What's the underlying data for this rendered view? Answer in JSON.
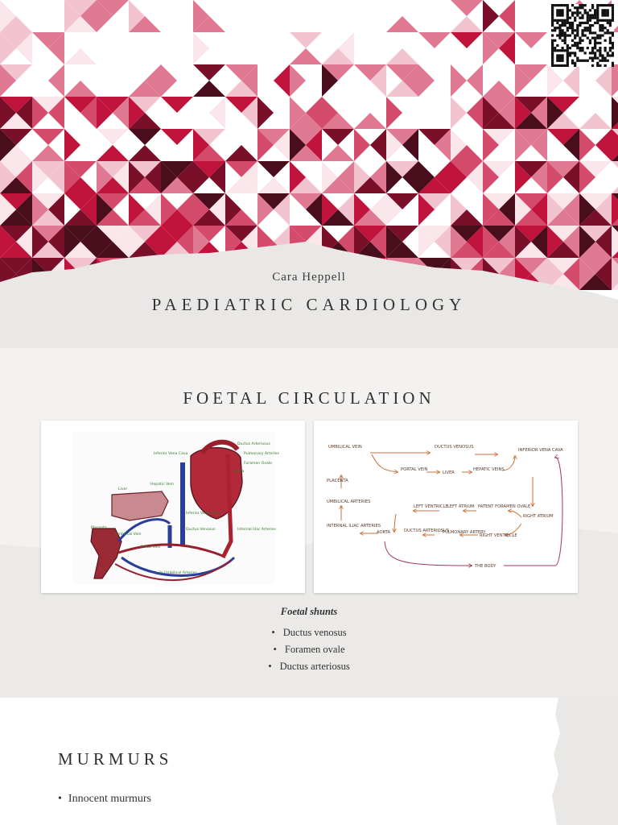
{
  "title_slide": {
    "author": "Cara Heppell",
    "title": "PAEDIATRIC CARDIOLOGY",
    "palette": [
      "#c0143c",
      "#7a0f2a",
      "#e07a94",
      "#f2c4d0",
      "#4a0d1c",
      "#d44b6c",
      "#fbe6ec"
    ]
  },
  "foetal_slide": {
    "title": "FOETAL CIRCULATION",
    "heart_diagram": {
      "labels": [
        "Ductus Arteriosus",
        "Inferior Vena Cava",
        "Pulmonary Arteries",
        "Foramen Ovale",
        "Aorta",
        "Liver",
        "Hepatic Vein",
        "Inferior Vena Cava",
        "Ductus Venosus",
        "Placenta",
        "Umbilical Vein",
        "Portal Vein",
        "Internal Iliac Arteries",
        "2x Umbilical Arteries"
      ]
    },
    "flow_diagram": {
      "nodes": {
        "umbilical_vein": "UMBILICAL VEIN",
        "ductus_venosus": "DUCTUS VENOSUS",
        "inferior_vena_cava": "INFERIOR VENA CAVA",
        "portal_vein": "PORTAL VEIN",
        "liver": "LIVER",
        "hepatic_veins": "HEPATIC VEINS",
        "placenta": "PLACENTA",
        "umbilical_arteries": "UMBILICAL ARTERIES",
        "left_ventricle": "LEFT VENTRICLE",
        "left_atrium": "LEFT ATRIUM",
        "patent_foramen_ovale": "PATENT FORAMEN OVALE",
        "right_atrium": "RIGHT ATRIUM",
        "internal_iliac_arteries": "INTERNAL ILIAC ARTERIES",
        "aorta": "AORTA",
        "ductus_arteriosus": "DUCTUS ARTERIOSUS",
        "pulmonary_artery": "PULMONARY ARTERY",
        "right_ventricle": "RIGHT VENTRICLE",
        "the_body": "THE BODY"
      }
    },
    "shunts": {
      "heading": "Foetal shunts",
      "items": [
        "Ductus venosus",
        "Foramen ovale",
        "Ductus arteriosus"
      ]
    }
  },
  "murmurs_slide": {
    "title": "MURMURS",
    "items": [
      "Innocent murmurs"
    ]
  }
}
